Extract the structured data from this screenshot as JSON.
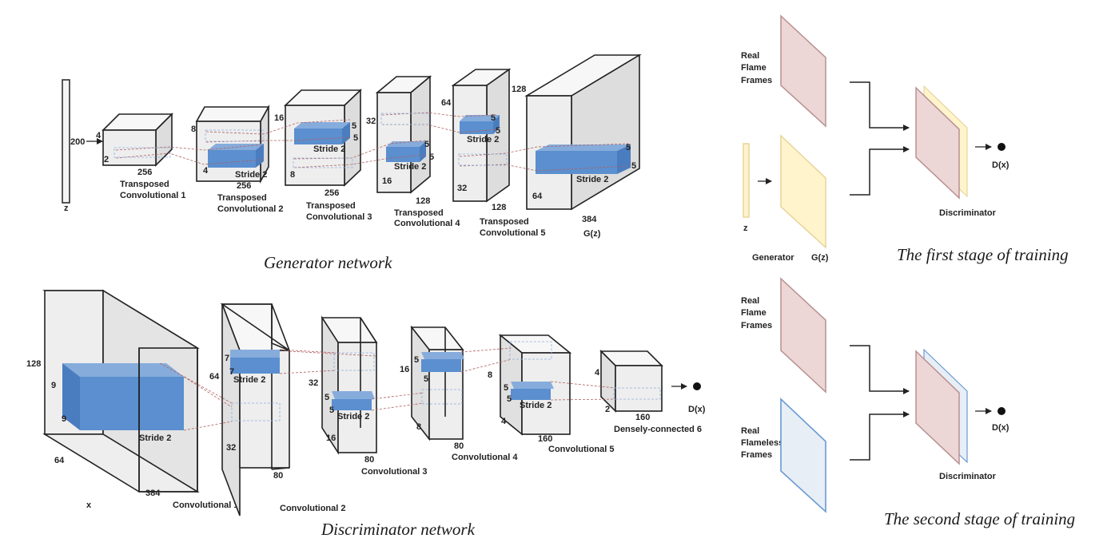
{
  "colors": {
    "cube_face": "#eeeeee",
    "cube_top": "#f7f7f7",
    "cube_side": "#dddddd",
    "kernel_front": "#5b8fcf",
    "kernel_top": "#86acdc",
    "kernel_side": "#4a7dbf",
    "dashed_link": "#b06060",
    "dashed_kernel": "#8fb0e0",
    "real_frame_fill": "#ecd6d6",
    "real_frame_edge": "#b89090",
    "fake_frame_fill": "#fff4cc",
    "fake_frame_edge": "#e8d49a",
    "flameless_fill": "#e8eef5",
    "flameless_edge": "#6a9ad4"
  },
  "generator": {
    "caption": "Generator network",
    "z_label": "z",
    "z_size": "200",
    "layers": [
      {
        "dims": [
          "4",
          "2",
          "256"
        ],
        "name_1": "Transposed",
        "name_2": "Convolutional 1"
      },
      {
        "dims": [
          "8",
          "4",
          "256"
        ],
        "stride": "Stride 2",
        "name_1": "Transposed",
        "name_2": "Convolutional 2"
      },
      {
        "dims": [
          "16",
          "8",
          "256"
        ],
        "kernel": [
          "5",
          "5"
        ],
        "stride": "Stride 2",
        "name_1": "Transposed",
        "name_2": "Convolutional 3"
      },
      {
        "dims": [
          "32",
          "16",
          "128"
        ],
        "kernel": [
          "5",
          "5"
        ],
        "stride": "Stride 2",
        "name_1": "Transposed",
        "name_2": "Convolutional 4"
      },
      {
        "dims": [
          "64",
          "32",
          "128"
        ],
        "kernel": [
          "5",
          "5"
        ],
        "stride": "Stride 2",
        "name_1": "Transposed",
        "name_2": "Convolutional 5"
      },
      {
        "dims": [
          "128",
          "64",
          "384"
        ],
        "kernel": [
          "5",
          "5"
        ],
        "stride": "Stride 2",
        "output": "G(z)"
      }
    ]
  },
  "discriminator": {
    "caption": "Discriminator network",
    "input": {
      "dims": [
        "128",
        "64",
        "384"
      ],
      "x_label": "x",
      "kernel": [
        "9",
        "9"
      ],
      "stride": "Stride 2",
      "name": "Convolutional 1"
    },
    "layers": [
      {
        "dims": [
          "64",
          "32",
          "80"
        ],
        "kernel": [
          "7",
          "7"
        ],
        "stride": "Stride 2",
        "name": "Convolutional 2"
      },
      {
        "dims": [
          "32",
          "16",
          "80"
        ],
        "kernel": [
          "5",
          "5"
        ],
        "stride": "Stride 2",
        "name": "Convolutional 3"
      },
      {
        "dims": [
          "16",
          "8",
          "80"
        ],
        "kernel": [
          "5",
          "5"
        ],
        "name": "Convolutional 4"
      },
      {
        "dims": [
          "8",
          "4",
          "160"
        ],
        "kernel": [
          "5",
          "5"
        ],
        "stride": "Stride 2",
        "name": "Convolutional 5"
      },
      {
        "dims": [
          "4",
          "2",
          "160"
        ],
        "name": "Densely-connected 6"
      }
    ],
    "output": "D(x)"
  },
  "stage1": {
    "caption": "The first stage of training",
    "real_lines": [
      "Real",
      "Flame",
      "Frames"
    ],
    "z_label": "z",
    "generator_label": "Generator",
    "gz_label": "G(z)",
    "discriminator_label": "Discriminator",
    "output": "D(x)"
  },
  "stage2": {
    "caption": "The second stage of training",
    "real_lines": [
      "Real",
      "Flame",
      "Frames"
    ],
    "flameless_lines": [
      "Real",
      "Flameless",
      "Frames"
    ],
    "discriminator_label": "Discriminator",
    "output": "D(x)"
  }
}
